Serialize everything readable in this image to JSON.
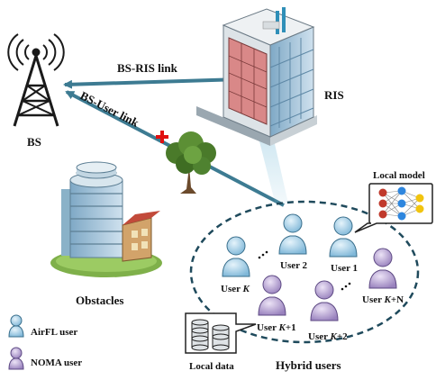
{
  "labels": {
    "bs": "BS",
    "ris": "RIS",
    "bs_ris_link": "BS-RIS link",
    "bs_user_link": "BS-User link",
    "obstacles": "Obstacles",
    "hybrid_users": "Hybrid users",
    "local_model": "Local model",
    "local_data": "Local data"
  },
  "users": [
    {
      "prefix": "User ",
      "index": "1",
      "type": "airfl"
    },
    {
      "prefix": "User ",
      "index": "2",
      "type": "airfl"
    },
    {
      "prefix": "User ",
      "index": "K",
      "type": "airfl"
    },
    {
      "prefix": "User ",
      "index": "K",
      "suffix": "+1",
      "type": "noma"
    },
    {
      "prefix": "User ",
      "index": "K",
      "suffix": "+2",
      "type": "noma"
    },
    {
      "prefix": "User ",
      "index": "K",
      "suffix": "+N",
      "type": "noma"
    }
  ],
  "legend": [
    {
      "label": "AirFL user",
      "color": "#8cc4e4"
    },
    {
      "label": "NOMA user",
      "color": "#a892c8"
    }
  ],
  "colors": {
    "link_arrow": "#3d7b92",
    "tower": "#1a1a1a",
    "ris_panel": "#d98888",
    "blocked_mark": "#e01010",
    "airfl": "#8cc4e4",
    "noma": "#a892c8",
    "cluster_border": "#1f4a5c"
  }
}
